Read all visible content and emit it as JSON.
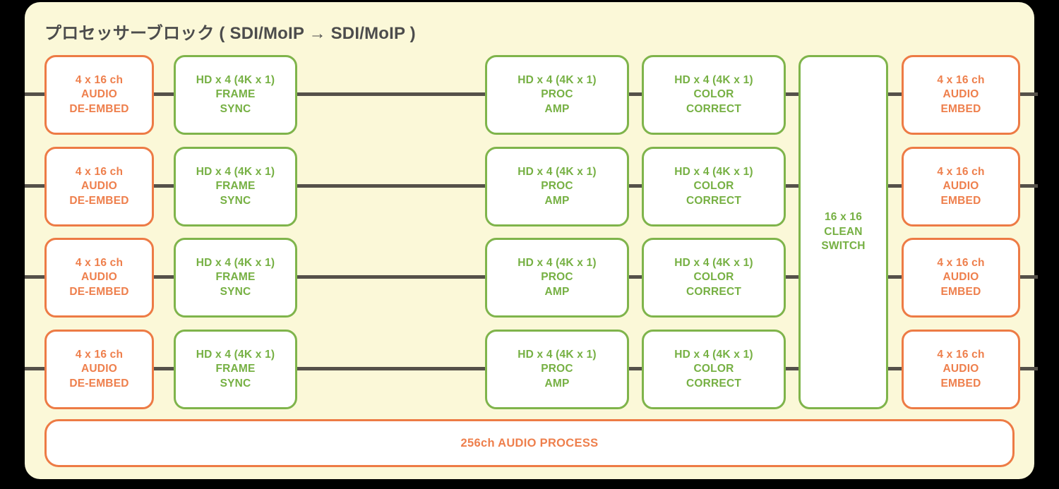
{
  "panel": {
    "title": "プロセッサーブロック ( SDI/MoIP → SDI/MoIP )",
    "bg_color": "#fbf8d8",
    "page_bg_color": "#000000"
  },
  "colors": {
    "orange": "#ed7b45",
    "orange_text": "#ee7f4c",
    "green": "#7fb44b",
    "green_text": "#76b043",
    "wire": "#555149",
    "title_text": "#4c4c4c",
    "box_fill": "#ffffff"
  },
  "columns": [
    {
      "id": "audio-de-embed",
      "color": "orange"
    },
    {
      "id": "frame-sync",
      "color": "green"
    },
    {
      "id": "proc-amp",
      "color": "green"
    },
    {
      "id": "color-correct",
      "color": "green"
    },
    {
      "id": "clean-switch",
      "color": "green"
    },
    {
      "id": "audio-embed",
      "color": "orange"
    }
  ],
  "rows": [
    {
      "index": 1,
      "blocks": {
        "audio_de_embed": {
          "line1": "4 x 16 ch",
          "line2": "AUDIO",
          "line3": "DE-EMBED"
        },
        "frame_sync": {
          "line1": "HD x 4 (4K x 1)",
          "line2": "FRAME",
          "line3": "SYNC"
        },
        "proc_amp": {
          "line1": "HD x 4 (4K x 1)",
          "line2": "PROC",
          "line3": "AMP"
        },
        "color_correct": {
          "line1": "HD x 4 (4K x 1)",
          "line2": "COLOR",
          "line3": "CORRECT"
        },
        "audio_embed": {
          "line1": "4 x 16 ch",
          "line2": "AUDIO",
          "line3": "EMBED"
        }
      }
    },
    {
      "index": 2,
      "blocks": {
        "audio_de_embed": {
          "line1": "4 x 16 ch",
          "line2": "AUDIO",
          "line3": "DE-EMBED"
        },
        "frame_sync": {
          "line1": "HD x 4 (4K x 1)",
          "line2": "FRAME",
          "line3": "SYNC"
        },
        "proc_amp": {
          "line1": "HD x 4 (4K x 1)",
          "line2": "PROC",
          "line3": "AMP"
        },
        "color_correct": {
          "line1": "HD x 4 (4K x 1)",
          "line2": "COLOR",
          "line3": "CORRECT"
        },
        "audio_embed": {
          "line1": "4 x 16 ch",
          "line2": "AUDIO",
          "line3": "EMBED"
        }
      }
    },
    {
      "index": 3,
      "blocks": {
        "audio_de_embed": {
          "line1": "4 x 16 ch",
          "line2": "AUDIO",
          "line3": "DE-EMBED"
        },
        "frame_sync": {
          "line1": "HD x 4 (4K x 1)",
          "line2": "FRAME",
          "line3": "SYNC"
        },
        "proc_amp": {
          "line1": "HD x 4 (4K x 1)",
          "line2": "PROC",
          "line3": "AMP"
        },
        "color_correct": {
          "line1": "HD x 4 (4K x 1)",
          "line2": "COLOR",
          "line3": "CORRECT"
        },
        "audio_embed": {
          "line1": "4 x 16 ch",
          "line2": "AUDIO",
          "line3": "EMBED"
        }
      }
    },
    {
      "index": 4,
      "blocks": {
        "audio_de_embed": {
          "line1": "4 x 16 ch",
          "line2": "AUDIO",
          "line3": "DE-EMBED"
        },
        "frame_sync": {
          "line1": "HD x 4 (4K x 1)",
          "line2": "FRAME",
          "line3": "SYNC"
        },
        "proc_amp": {
          "line1": "HD x 4 (4K x 1)",
          "line2": "PROC",
          "line3": "AMP"
        },
        "color_correct": {
          "line1": "HD x 4 (4K x 1)",
          "line2": "COLOR",
          "line3": "CORRECT"
        },
        "audio_embed": {
          "line1": "4 x 16 ch",
          "line2": "AUDIO",
          "line3": "EMBED"
        }
      }
    }
  ],
  "clean_switch": {
    "line1": "16 x 16",
    "line2": "CLEAN",
    "line3": "SWITCH"
  },
  "audio_process_bar": {
    "label": "256ch AUDIO PROCESS"
  }
}
